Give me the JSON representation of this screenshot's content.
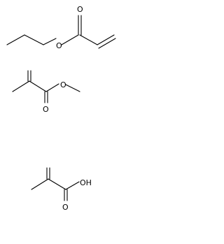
{
  "structures": [
    {
      "atoms": {
        "carbonyl_o": "O",
        "ester_o": "O"
      }
    },
    {
      "atoms": {
        "carbonyl_o": "O",
        "ester_o": "O"
      }
    },
    {
      "atoms": {
        "carbonyl_o": "O",
        "hydroxyl": "OH"
      }
    }
  ],
  "colors": {
    "ink": "#000000",
    "background": "#ffffff"
  }
}
